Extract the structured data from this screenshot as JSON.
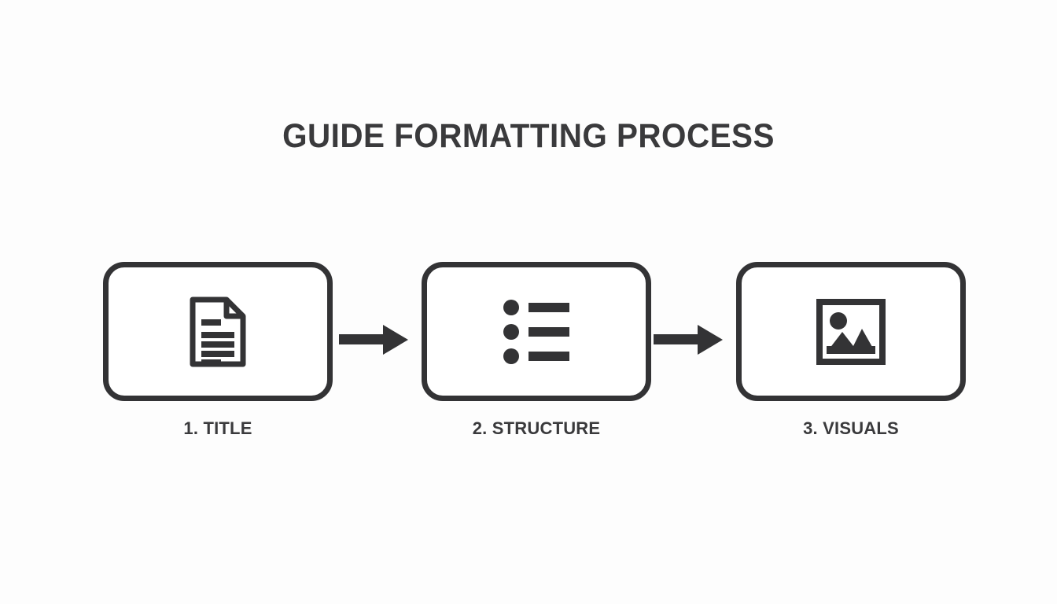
{
  "page": {
    "title": "GUIDE FORMATTING PROCESS",
    "background_color": "#fdfdfd",
    "ink_color": "#333335",
    "text_color": "#3a3a3c"
  },
  "flow": {
    "steps": [
      {
        "label": "1. TITLE",
        "icon": "document-icon"
      },
      {
        "label": "2. STRUCTURE",
        "icon": "bulleted-list-icon"
      },
      {
        "label": "3. VISUALS",
        "icon": "image-icon"
      }
    ],
    "connectors": [
      {
        "icon": "arrow-right-icon"
      },
      {
        "icon": "arrow-right-icon"
      }
    ]
  }
}
